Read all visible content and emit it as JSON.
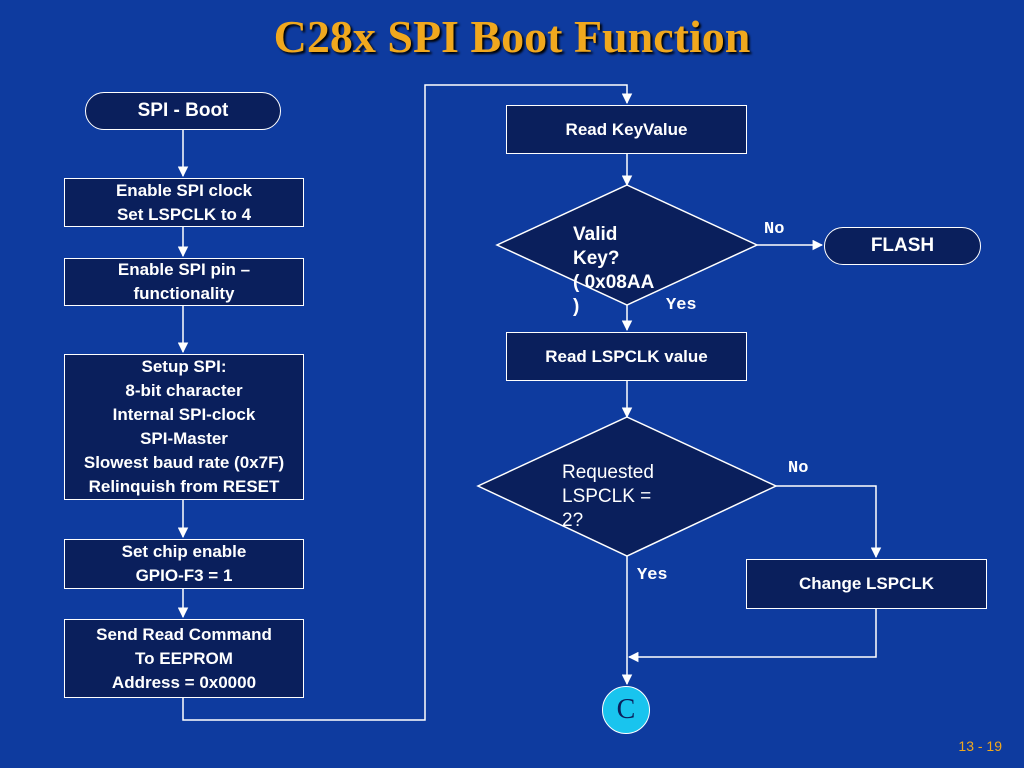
{
  "title": "C28x SPI Boot Function",
  "left_column": {
    "start": "SPI - Boot",
    "enable_clock": "Enable SPI clock\nSet LSPCLK to 4",
    "enable_pin": "Enable SPI pin –\nfunctionality",
    "setup_spi": "Setup SPI:\n8-bit character\nInternal SPI-clock\nSPI-Master\nSlowest baud rate (0x7F)\nRelinquish from RESET",
    "chip_enable": "Set chip enable\nGPIO-F3 = 1",
    "send_read": "Send Read Command\nTo EEPROM\nAddress = 0x0000"
  },
  "right_column": {
    "read_key": "Read KeyValue",
    "valid_key": "Valid\nKey?\n( 0x08AA\n)",
    "valid_no": "No",
    "valid_yes": "Yes",
    "flash": "FLASH",
    "read_lspclk": "Read LSPCLK value",
    "requested_lspclk": "Requested\nLSPCLK =\n2?",
    "lspclk_no": "No",
    "lspclk_yes": "Yes",
    "change_lspclk": "Change LSPCLK",
    "connector": "C"
  },
  "page_number": "13 - 19",
  "colors": {
    "background": "#0e3b9f",
    "box_fill": "#0a1f5c",
    "title": "#f0a81e",
    "connector_fill": "#19c4ee"
  }
}
